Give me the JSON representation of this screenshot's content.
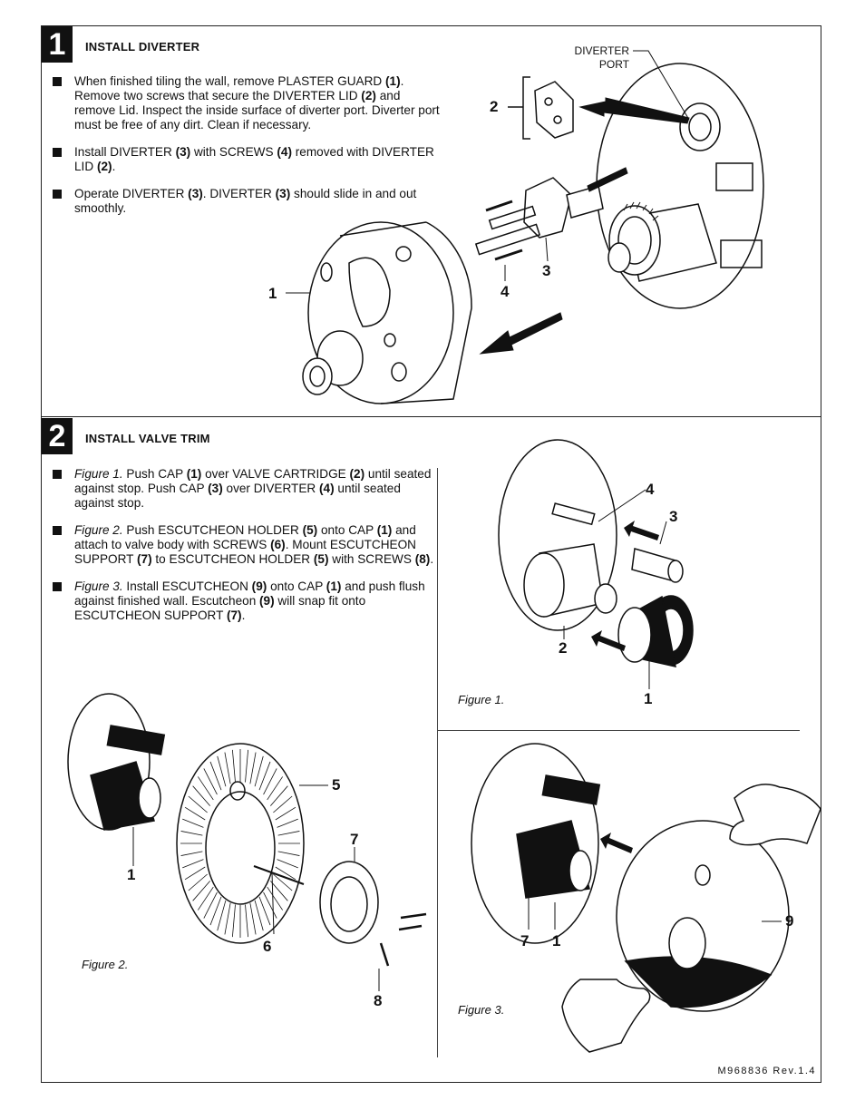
{
  "document_id": "M968836 Rev.1.4",
  "step1": {
    "number": "1",
    "title": "INSTALL DIVERTER",
    "bullets": [
      [
        {
          "t": "When finished tiling the wall, remove PLASTER GUARD "
        },
        {
          "t": "(1)",
          "b": true
        },
        {
          "t": ". Remove two screws that secure the DIVERTER LID "
        },
        {
          "t": "(2)",
          "b": true
        },
        {
          "t": " and remove Lid. Inspect the inside surface of diverter port. Diverter port must be free of any dirt. Clean if necessary."
        }
      ],
      [
        {
          "t": "Install DIVERTER "
        },
        {
          "t": "(3)",
          "b": true
        },
        {
          "t": " with SCREWS "
        },
        {
          "t": "(4)",
          "b": true
        },
        {
          "t": " removed with DIVERTER LID "
        },
        {
          "t": "(2)",
          "b": true
        },
        {
          "t": "."
        }
      ],
      [
        {
          "t": "Operate DIVERTER "
        },
        {
          "t": "(3)",
          "b": true
        },
        {
          "t": ". DIVERTER "
        },
        {
          "t": "(3)",
          "b": true
        },
        {
          "t": " should slide in and out smoothly."
        }
      ]
    ],
    "callouts": {
      "diverter_port_line1": "DIVERTER",
      "diverter_port_line2": "PORT",
      "lbl_1": "1",
      "lbl_2": "2",
      "lbl_3": "3",
      "lbl_4": "4"
    }
  },
  "step2": {
    "number": "2",
    "title": "INSTALL VALVE TRIM",
    "bullets": [
      [
        {
          "t": "Figure 1.",
          "i": true,
          "b": false
        },
        {
          "t": " Push CAP "
        },
        {
          "t": "(1)",
          "b": true
        },
        {
          "t": " over VALVE CARTRIDGE "
        },
        {
          "t": "(2)",
          "b": true
        },
        {
          "t": " until seated against stop. Push CAP "
        },
        {
          "t": "(3)",
          "b": true
        },
        {
          "t": " over DIVERTER "
        },
        {
          "t": "(4)",
          "b": true
        },
        {
          "t": " until seated against stop."
        }
      ],
      [
        {
          "t": "Figure 2.",
          "i": true
        },
        {
          "t": " Push ESCUTCHEON HOLDER "
        },
        {
          "t": "(5)",
          "b": true
        },
        {
          "t": " onto CAP "
        },
        {
          "t": "(1)",
          "b": true
        },
        {
          "t": " and attach to valve body with SCREWS "
        },
        {
          "t": "(6)",
          "b": true
        },
        {
          "t": ". Mount ESCUTCHEON SUPPORT "
        },
        {
          "t": "(7)",
          "b": true
        },
        {
          "t": " to ESCUTCHEON HOLDER "
        },
        {
          "t": "(5)",
          "b": true
        },
        {
          "t": " with SCREWS "
        },
        {
          "t": "(8)",
          "b": true
        },
        {
          "t": "."
        }
      ],
      [
        {
          "t": "Figure 3.",
          "i": true
        },
        {
          "t": " Install ESCUTCHEON "
        },
        {
          "t": "(9)",
          "b": true
        },
        {
          "t": " onto CAP "
        },
        {
          "t": "(1)",
          "b": true
        },
        {
          "t": " and push flush against finished wall. Escutcheon "
        },
        {
          "t": "(9)",
          "b": true
        },
        {
          "t": " will snap fit onto ESCUTCHEON SUPPORT "
        },
        {
          "t": "(7)",
          "b": true
        },
        {
          "t": "."
        }
      ]
    ],
    "figure1": {
      "caption": "Figure 1.",
      "lbl_1": "1",
      "lbl_2": "2",
      "lbl_3": "3",
      "lbl_4": "4"
    },
    "figure2": {
      "caption": "Figure 2.",
      "lbl_1": "1",
      "lbl_5": "5",
      "lbl_6": "6",
      "lbl_7": "7",
      "lbl_8": "8"
    },
    "figure3": {
      "caption": "Figure 3.",
      "lbl_1": "1",
      "lbl_7": "7",
      "lbl_9": "9"
    }
  }
}
